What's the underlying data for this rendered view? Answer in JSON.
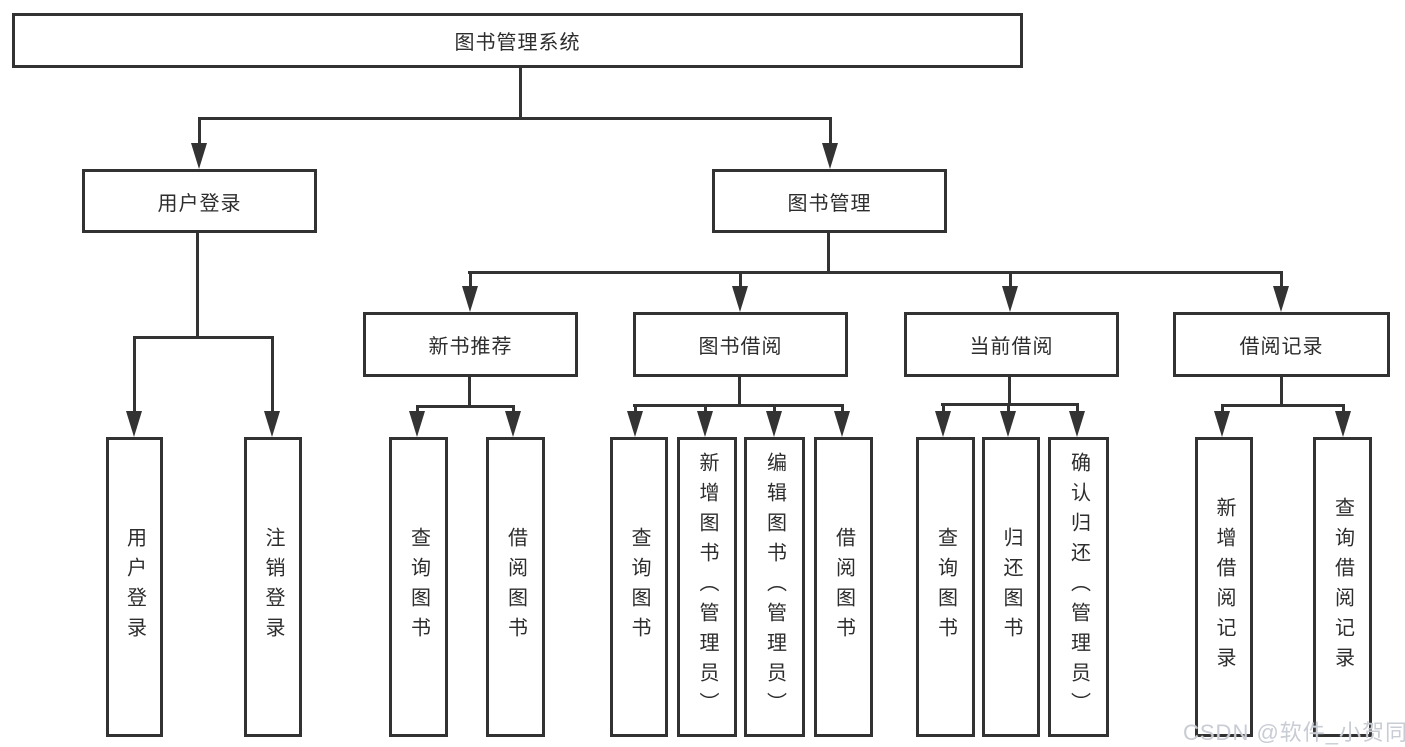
{
  "nodes": {
    "root": "图书管理系统",
    "l1": [
      "用户登录",
      "图书管理"
    ],
    "l2": [
      "新书推荐",
      "图书借阅",
      "当前借阅",
      "借阅记录"
    ],
    "l3": [
      "用户登录",
      "注销登录",
      "查询图书",
      "借阅图书",
      "查询图书",
      "新增图书（管理员）",
      "编辑图书（管理员）",
      "借阅图书",
      "查询图书",
      "归还图书",
      "确认归还（管理员）",
      "新增借阅记录",
      "查询借阅记录"
    ]
  },
  "watermark": "CSDN @软件_小贺同学",
  "colors": {
    "line": "#333333",
    "border": "#323232",
    "text": "#2d2d2d",
    "watermark": "#c8ccd4",
    "background": "#ffffff"
  }
}
